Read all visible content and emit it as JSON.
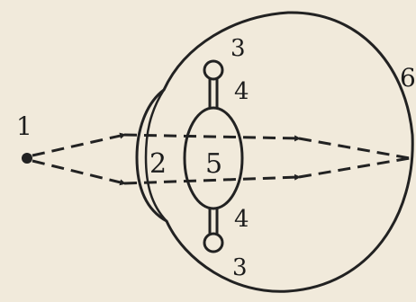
{
  "labels": {
    "point": "1",
    "cornea": "2",
    "ligament_top": "3",
    "muscle_top": "4",
    "lens": "5",
    "retina": "6",
    "muscle_bottom": "4",
    "ligament_bottom": "3"
  },
  "colors": {
    "paper": "#f1eadb",
    "ink": "#222222"
  }
}
